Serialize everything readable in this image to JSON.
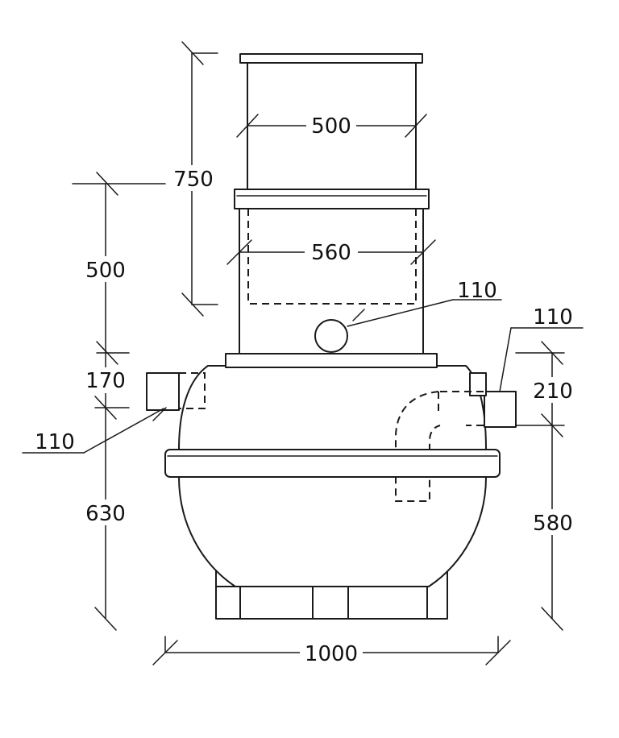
{
  "dimensions": {
    "riser_width": "500",
    "riser_total_height": "750",
    "lower_riser_height": "500",
    "lower_riser_width": "560",
    "inspection_pipe": "110",
    "outlet_pipe": "110",
    "outlet_height": "210",
    "dome_height": "170",
    "inlet_pipe": "110",
    "tank_lower_height": "630",
    "outlet_base_height": "580",
    "tank_width": "1000"
  }
}
